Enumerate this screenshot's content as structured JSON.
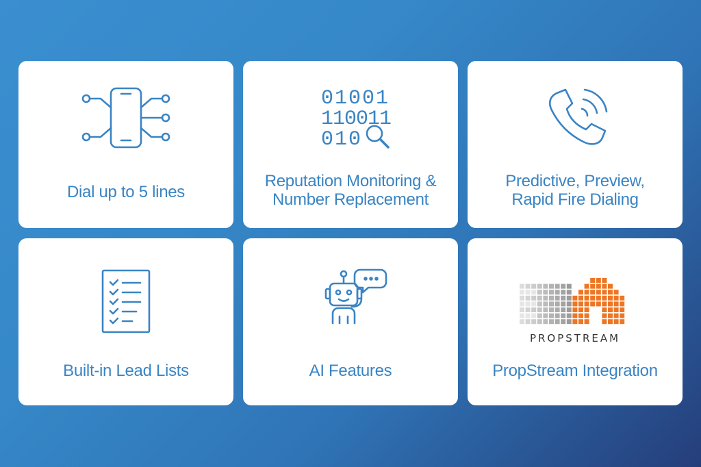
{
  "cards": [
    {
      "label": "Dial up to 5 lines",
      "icon": "phone-network-icon"
    },
    {
      "label_line1": "Reputation Monitoring &",
      "label_line2": "Number Replacement",
      "icon": "binary-search-icon"
    },
    {
      "label_line1": "Predictive, Preview,",
      "label_line2": "Rapid Fire Dialing",
      "icon": "phone-ringing-icon"
    },
    {
      "label": "Built-in Lead Lists",
      "icon": "checklist-icon"
    },
    {
      "label": "AI Features",
      "icon": "robot-chat-icon"
    },
    {
      "label": "PropStream Integration",
      "icon": "propstream-logo",
      "logo_text": "PROPSTREAM"
    }
  ],
  "colors": {
    "icon_stroke": "#3a84c3",
    "label": "#3a84c3",
    "logo_orange": "#ee7623",
    "logo_gray": "#9a9a9a"
  },
  "binary": {
    "row1": "01001",
    "row2": "110011",
    "row3": "010"
  }
}
